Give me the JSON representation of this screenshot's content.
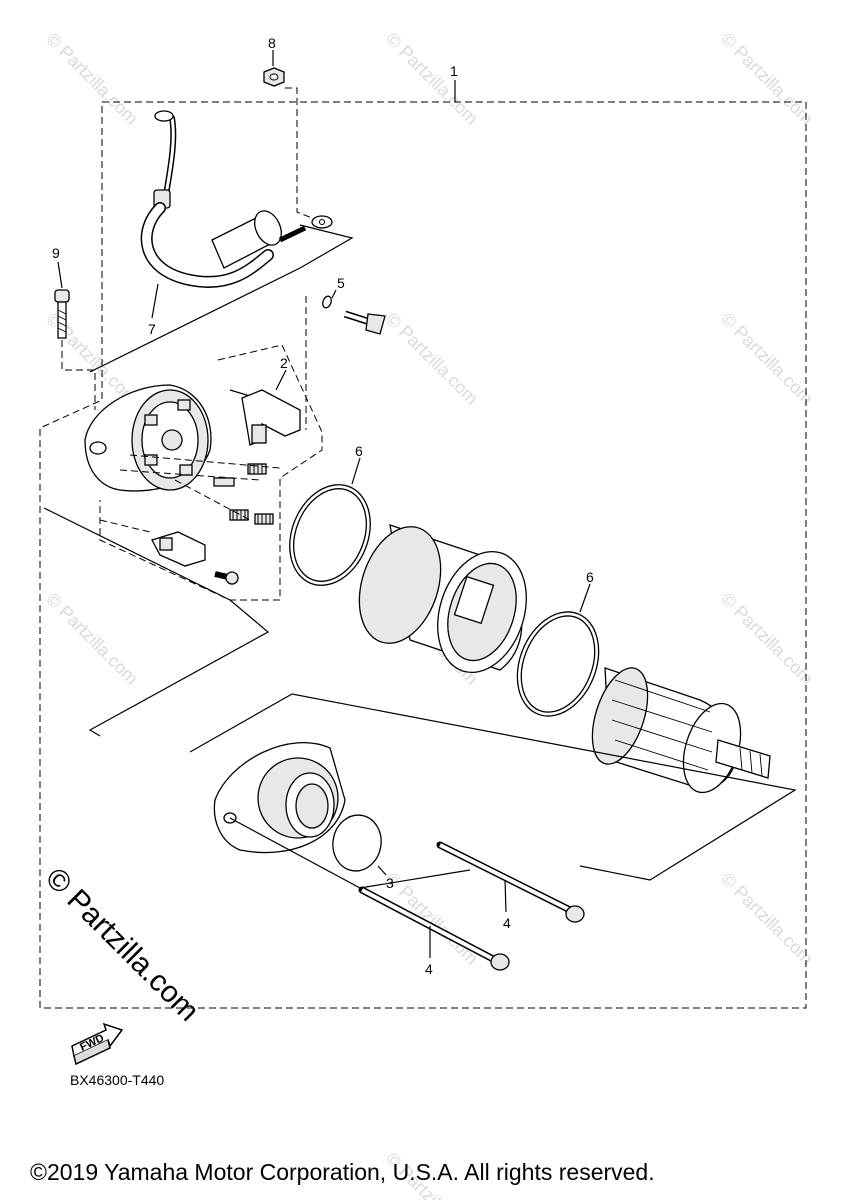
{
  "diagram": {
    "callouts": [
      {
        "id": "c1",
        "label": "1"
      },
      {
        "id": "c2",
        "label": "2"
      },
      {
        "id": "c3",
        "label": "3"
      },
      {
        "id": "c4a",
        "label": "4"
      },
      {
        "id": "c4b",
        "label": "4"
      },
      {
        "id": "c5",
        "label": "5"
      },
      {
        "id": "c6a",
        "label": "6"
      },
      {
        "id": "c6b",
        "label": "6"
      },
      {
        "id": "c7",
        "label": "7"
      },
      {
        "id": "c8",
        "label": "8"
      },
      {
        "id": "c9",
        "label": "9"
      }
    ],
    "fwd_label": "FWD",
    "diagram_code": "BX46300-T440",
    "watermark_large": "© Partzilla.com",
    "watermark_small": "© Partzilla.com"
  },
  "footer": {
    "copyright": "©2019 Yamaha Motor Corporation, U.S.A. All rights reserved."
  }
}
